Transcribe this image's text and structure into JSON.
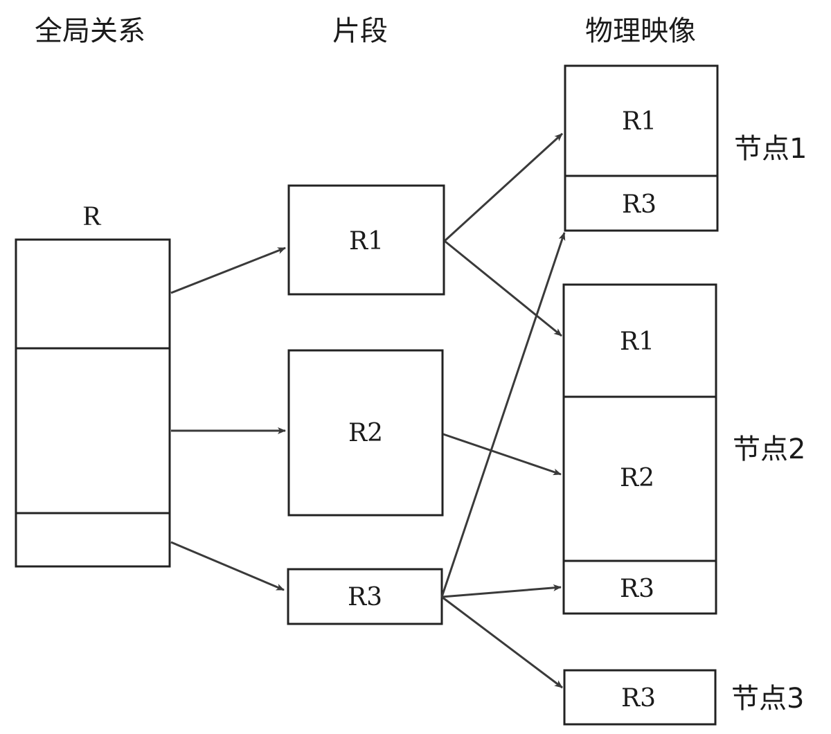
{
  "headings": {
    "global": "全局关系",
    "fragments": "片段",
    "physical": "物理映像"
  },
  "global_relation": {
    "name": "R"
  },
  "fragments": [
    "R1",
    "R2",
    "R3"
  ],
  "nodes": [
    {
      "label": "节点1",
      "fragments": [
        "R1",
        "R3"
      ]
    },
    {
      "label": "节点2",
      "fragments": [
        "R1",
        "R2",
        "R3"
      ]
    },
    {
      "label": "节点3",
      "fragments": [
        "R3"
      ]
    }
  ],
  "edges": [
    {
      "from": "R.part1",
      "to": "R1"
    },
    {
      "from": "R.part2",
      "to": "R2"
    },
    {
      "from": "R.part3",
      "to": "R3"
    },
    {
      "from": "R1",
      "to": "节点1.R1"
    },
    {
      "from": "R1",
      "to": "节点2.R1"
    },
    {
      "from": "R2",
      "to": "节点2.R2"
    },
    {
      "from": "R3",
      "to": "节点1.R3"
    },
    {
      "from": "R3",
      "to": "节点2.R3"
    },
    {
      "from": "R3",
      "to": "节点3.R3"
    }
  ],
  "colors": {
    "stroke": "#222222",
    "arrow": "#3a3a3a",
    "background": "#ffffff"
  }
}
